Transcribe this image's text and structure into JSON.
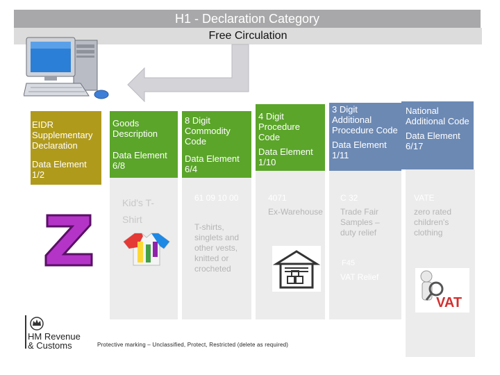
{
  "header": {
    "title": "H1 - Declaration Category",
    "subtitle": "Free Circulation"
  },
  "columns": [
    {
      "head": "EIDR Supplementary Declaration",
      "data_element": "Data Element 1/2",
      "color": "#b09a1c"
    },
    {
      "head": "Goods Description",
      "data_element": "Data Element 6/8",
      "color": "#5ba52a",
      "value": "Kid's T-Shirt"
    },
    {
      "head": "8 Digit Commodity Code",
      "data_element": "Data Element 6/4",
      "color": "#5ba52a",
      "value": "61 09 10 00",
      "description": "T-shirts, singlets and other vests, knitted or crocheted"
    },
    {
      "head": "4 Digit Procedure Code",
      "data_element": "Data Element 1/10",
      "color": "#5ba52a",
      "value": "4071",
      "description": "Ex-Warehouse"
    },
    {
      "head": "3 Digit Additional Procedure Code",
      "data_element": "Data Element 1/11",
      "color": "#6c89b4",
      "value": "C 32",
      "description": "Trade Fair Samples – duty relief",
      "value2": "F45",
      "description2": "VAT Relief"
    },
    {
      "head": "National Additional Code",
      "data_element": "Data Element 6/17",
      "color": "#6c89b4",
      "value": "VATE",
      "description": "zero rated children's clothing"
    }
  ],
  "logo": {
    "line1": "HM Revenue",
    "line2": "& Customs"
  },
  "footer_note": "Protective marking – Unclassified, Protect, Restricted (delete as required)",
  "icons": {
    "computer": "computer-icon",
    "z": "letter-z-icon",
    "tshirt": "tshirt-icon",
    "warehouse": "warehouse-icon",
    "vat": "vat-magnifier-icon",
    "crown": "crown-crest-icon"
  }
}
